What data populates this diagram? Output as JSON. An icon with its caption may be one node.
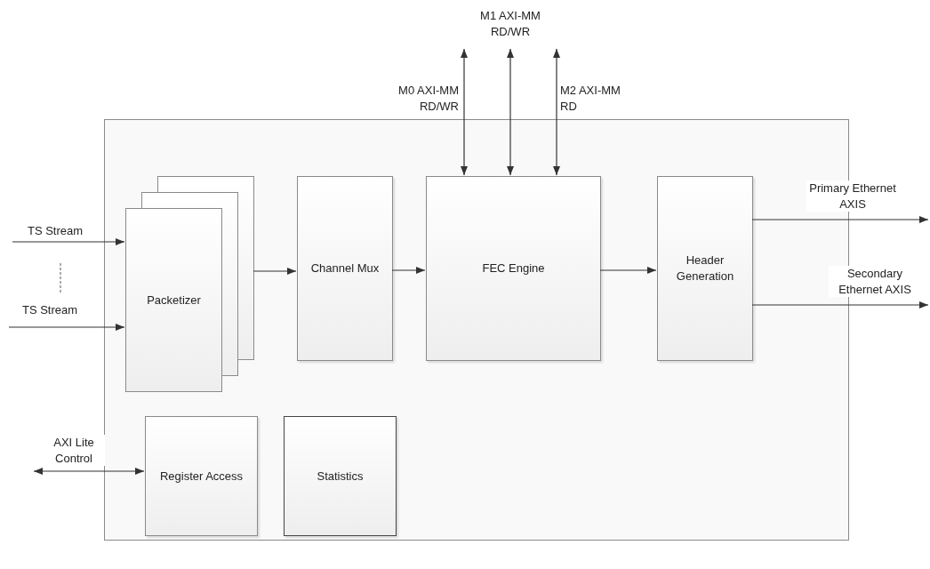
{
  "diagram": {
    "nodes": [
      {
        "text": [],
        "shape": "box"
      },
      {
        "text": [
          "Packetizer"
        ],
        "in": 0
      },
      {
        "text": [
          "Channel Mux"
        ],
        "in": 0
      },
      {
        "text": [
          "FEC Engine"
        ],
        "in": 0
      },
      {
        "text": [
          "Header Generation"
        ],
        "in": 0
      },
      {
        "text": [
          "Register Access"
        ],
        "in": 0
      },
      {
        "text": [
          "Statistics"
        ],
        "in": 0
      }
    ],
    "edges": [
      {
        "from": null,
        "to": 1,
        "arrow": "to",
        "label": "TS Stream"
      },
      {
        "from": null,
        "to": 1,
        "arrow": "to",
        "label": "TS Stream"
      },
      {
        "from": 1,
        "to": 2,
        "arrow": "to"
      },
      {
        "from": 2,
        "to": 3,
        "arrow": "to"
      },
      {
        "from": 3,
        "to": 4,
        "arrow": "to"
      },
      {
        "from": null,
        "to": 3,
        "arrow": "both",
        "label": "M0 AXI-MM RD/WR"
      },
      {
        "from": null,
        "to": 3,
        "arrow": "both",
        "label": "M1 AXI-MM RD/WR"
      },
      {
        "from": null,
        "to": 3,
        "arrow": "both",
        "label": "M2 AXI-MM RD"
      },
      {
        "from": 4,
        "to": null,
        "arrow": "to",
        "label": "Primary Ethernet AXIS"
      },
      {
        "from": 4,
        "to": null,
        "arrow": "to",
        "label": "Secondary Ethernet AXIS"
      },
      {
        "from": null,
        "to": 5,
        "arrow": "both",
        "label": "AXI Lite Control"
      }
    ]
  }
}
